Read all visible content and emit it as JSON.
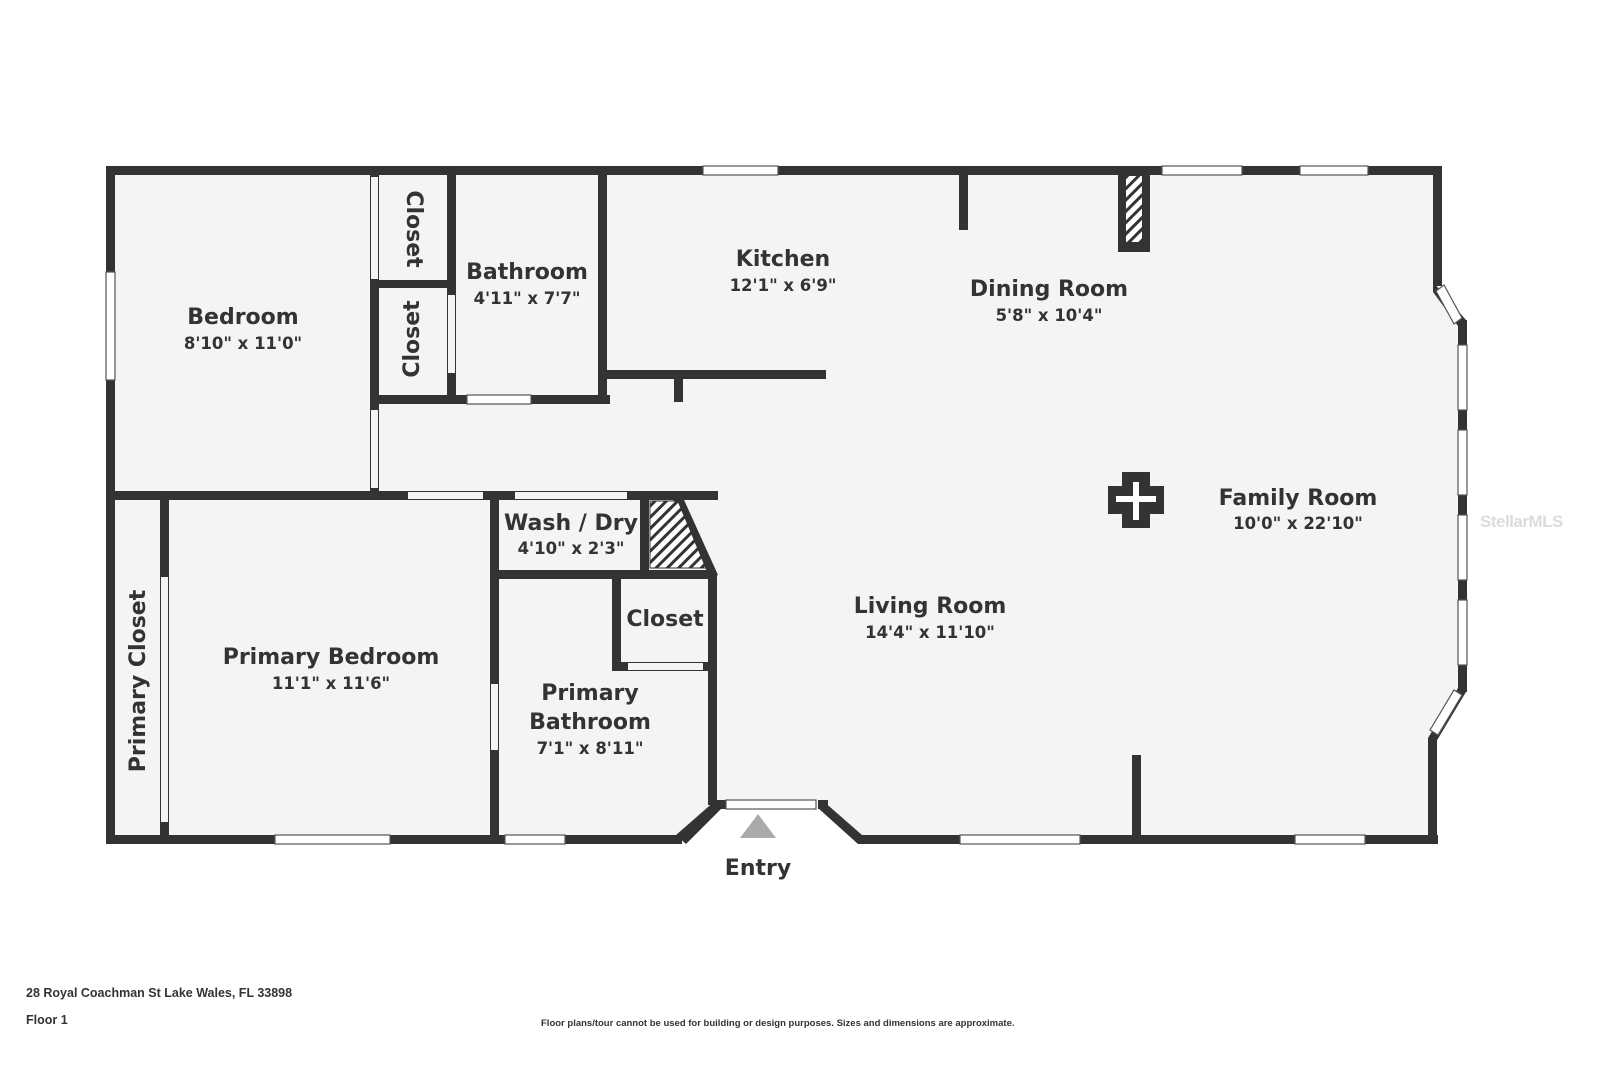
{
  "rooms": {
    "bedroom": {
      "name": "Bedroom",
      "dim": "8'10\" x 11'0\""
    },
    "closet_top": {
      "name": "Closet"
    },
    "closet_mid": {
      "name": "Closet"
    },
    "bathroom": {
      "name": "Bathroom",
      "dim": "4'11\" x 7'7\""
    },
    "kitchen": {
      "name": "Kitchen",
      "dim": "12'1\" x 6'9\""
    },
    "dining_room": {
      "name": "Dining Room",
      "dim": "5'8\" x 10'4\""
    },
    "family_room": {
      "name": "Family Room",
      "dim": "10'0\" x 22'10\""
    },
    "wash_dry": {
      "name": "Wash / Dry",
      "dim": "4'10\" x 2'3\""
    },
    "closet_small": {
      "name": "Closet"
    },
    "living_room": {
      "name": "Living Room",
      "dim": "14'4\" x 11'10\""
    },
    "primary_bedroom": {
      "name": "Primary Bedroom",
      "dim": "11'1\" x 11'6\""
    },
    "primary_closet": {
      "name": "Primary Closet"
    },
    "primary_bathroom": {
      "name_line1": "Primary",
      "name_line2": "Bathroom",
      "dim": "7'1\" x 8'11\""
    }
  },
  "entry_label": "Entry",
  "footer": {
    "address": "28 Royal Coachman St Lake Wales, FL 33898",
    "floor": "Floor 1",
    "disclaimer": "Floor plans/tour cannot be used for building or design purposes. Sizes and dimensions are approximate."
  },
  "watermark": "StellarMLS",
  "colors": {
    "wall": "#333333",
    "floor": "#f4f4f4",
    "background": "#ffffff"
  }
}
